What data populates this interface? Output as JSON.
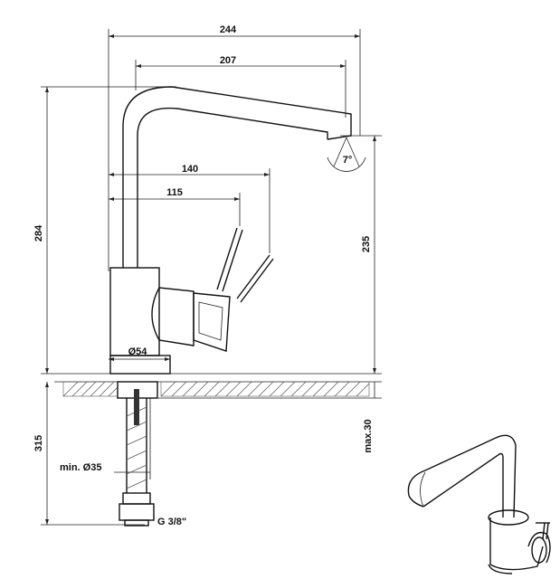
{
  "dimensions": {
    "overall_width": "244",
    "spout_reach": "207",
    "lever_reach_outer": "140",
    "lever_reach_inner": "115",
    "total_height": "284",
    "spout_height": "235",
    "spout_angle": "7°",
    "base_diameter": "Ø54",
    "below_counter_length": "315",
    "max_counter_thickness": "max.30",
    "min_hole_diameter": "min. Ø35",
    "connection_thread": "G 3/8\""
  },
  "colors": {
    "line": "#111111",
    "hatch": "#555555",
    "background": "#ffffff"
  }
}
